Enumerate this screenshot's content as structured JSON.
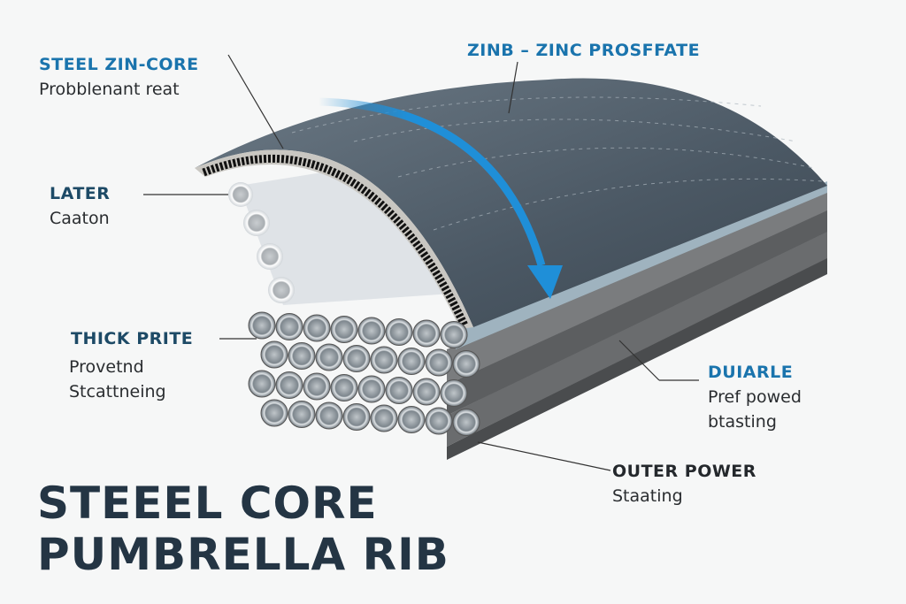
{
  "title": {
    "line1": "STEEEL CORE",
    "line2": "PUMBRELLA RIB"
  },
  "labels": {
    "steel_zin_core": {
      "heading": "STEEL ZIN-CORE",
      "sub": "Probblenant reat"
    },
    "zinc": {
      "heading": "ZINB – ZINC PROSFFATE"
    },
    "later": {
      "heading": "LATER",
      "sub": "Caaton"
    },
    "thick_prite": {
      "heading": "THICK PRITE",
      "sub1": "Provetnd",
      "sub2": "Stcattneing"
    },
    "duiarle": {
      "heading": "DUIARLE",
      "sub1": "Pref powed",
      "sub2": "btasting"
    },
    "outer_power": {
      "heading": "OUTER POWER",
      "sub": "Staating"
    }
  },
  "colors": {
    "accent_blue": "#1a74ad",
    "navy": "#1d4a66",
    "arrow": "#1f8fd8"
  }
}
